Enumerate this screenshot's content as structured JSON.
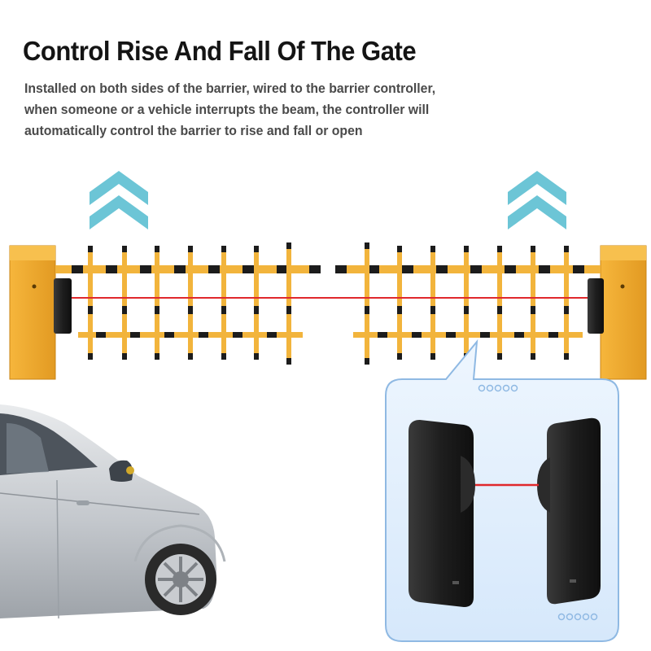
{
  "header": {
    "title": "Control Rise And Fall Of The Gate",
    "description_lines": [
      "Installed on both sides of the barrier, wired to the barrier controller,",
      "when someone or a vehicle interrupts the beam, the controller will",
      "automatically control the barrier to rise and fall or open"
    ]
  },
  "colors": {
    "boom": "#f2b43c",
    "boom_dark": "#c7861c",
    "cabinet": "#f0a42a",
    "beam": "#e0282c",
    "arrow": "#6cc5d6",
    "sensor": "#1f1f1f",
    "callout_bg": "#dfeefc",
    "callout_border": "#8fb9e3",
    "car_body": "#cfd2d6"
  },
  "icons": {
    "rise_arrow": "double-chevron-up-icon"
  }
}
